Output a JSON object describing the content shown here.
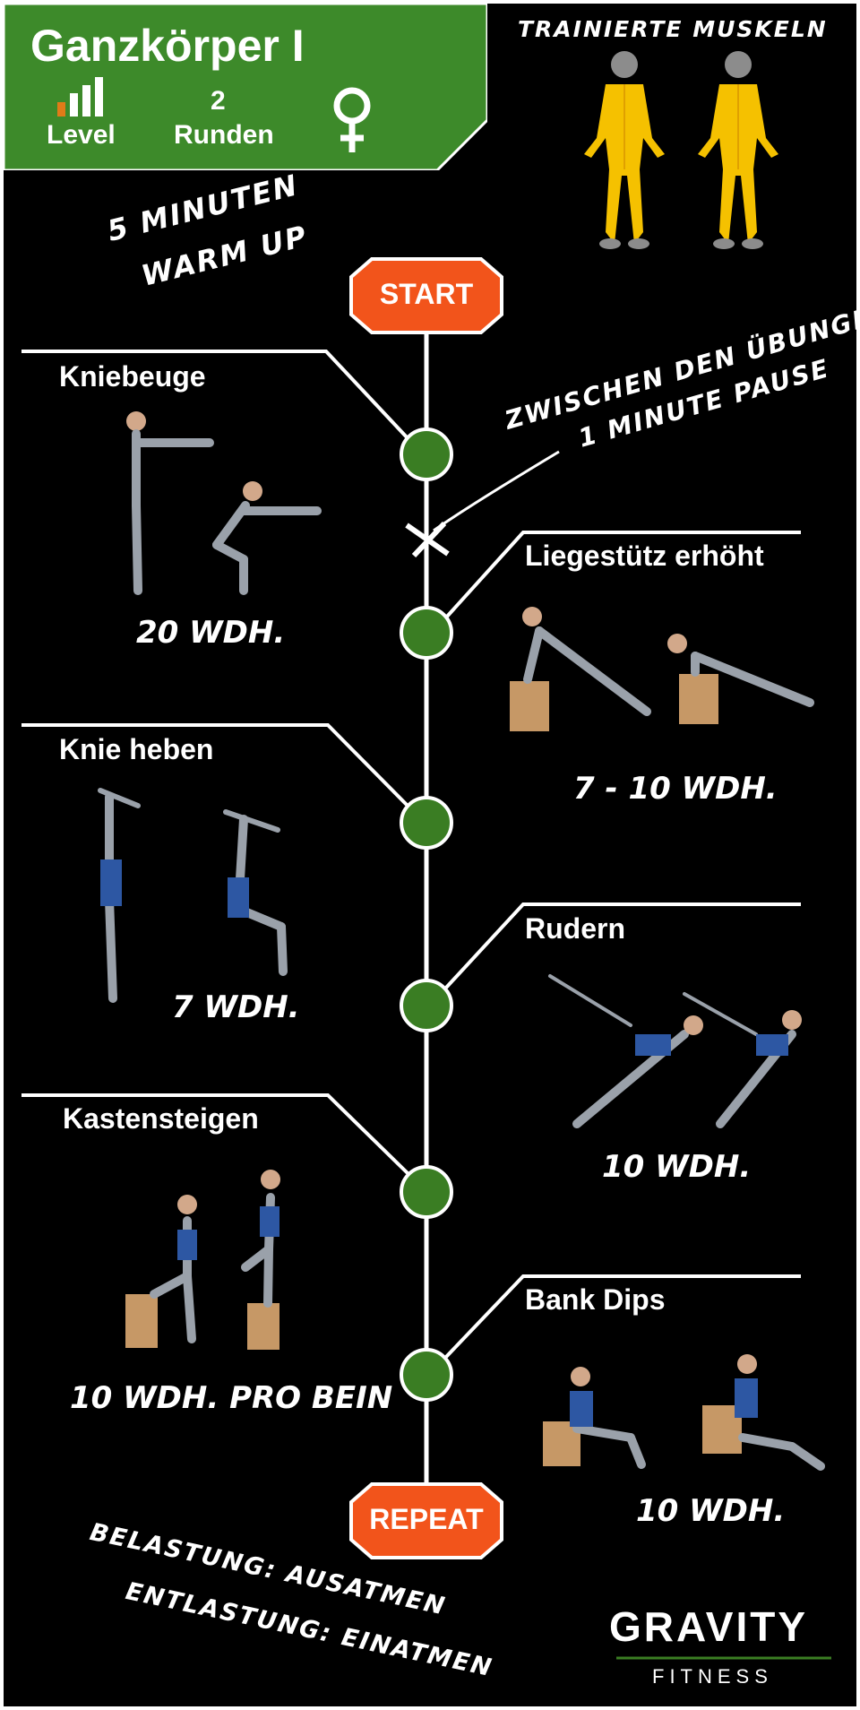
{
  "header": {
    "title": "Ganzkörper I",
    "level_label": "Level",
    "rounds_number": "2",
    "rounds_label": "Runden",
    "level_bars_total": 4,
    "level_bars_filled": 1
  },
  "muscles_title": "TRAINIERTE MUSKELN",
  "warmup": [
    "5 MINUTEN",
    "WARM UP"
  ],
  "pause_note": [
    "ZWISCHEN DEN ÜBUNGEN",
    "1 MINUTE PAUSE"
  ],
  "start_label": "START",
  "repeat_label": "REPEAT",
  "exercises": [
    {
      "name": "Kniebeuge",
      "reps": "20 WDH."
    },
    {
      "name": "Liegestütz erhöht",
      "reps": "7 - 10 WDH."
    },
    {
      "name": "Knie heben",
      "reps": "7 WDH."
    },
    {
      "name": "Rudern",
      "reps": "10 WDH."
    },
    {
      "name": "Kastensteigen",
      "reps": "10 WDH. PRO BEIN"
    },
    {
      "name": "Bank Dips",
      "reps": "10 WDH."
    }
  ],
  "breathing": [
    "BELASTUNG: AUSATMEN",
    "ENTLASTUNG: EINATMEN"
  ],
  "logo": {
    "main": "GRAVITY",
    "sub": "FITNESS"
  },
  "icons": {
    "gender": "female-symbol-icon",
    "level": "signal-bars-icon"
  },
  "colors": {
    "header_green": "#3d8a2a",
    "node_green": "#3a7d23",
    "stop_red": "#f2541b",
    "level_bar_active": "#e07b18",
    "muscle_yellow": "#f5c100",
    "figure_gray": "#8c8c8c"
  }
}
